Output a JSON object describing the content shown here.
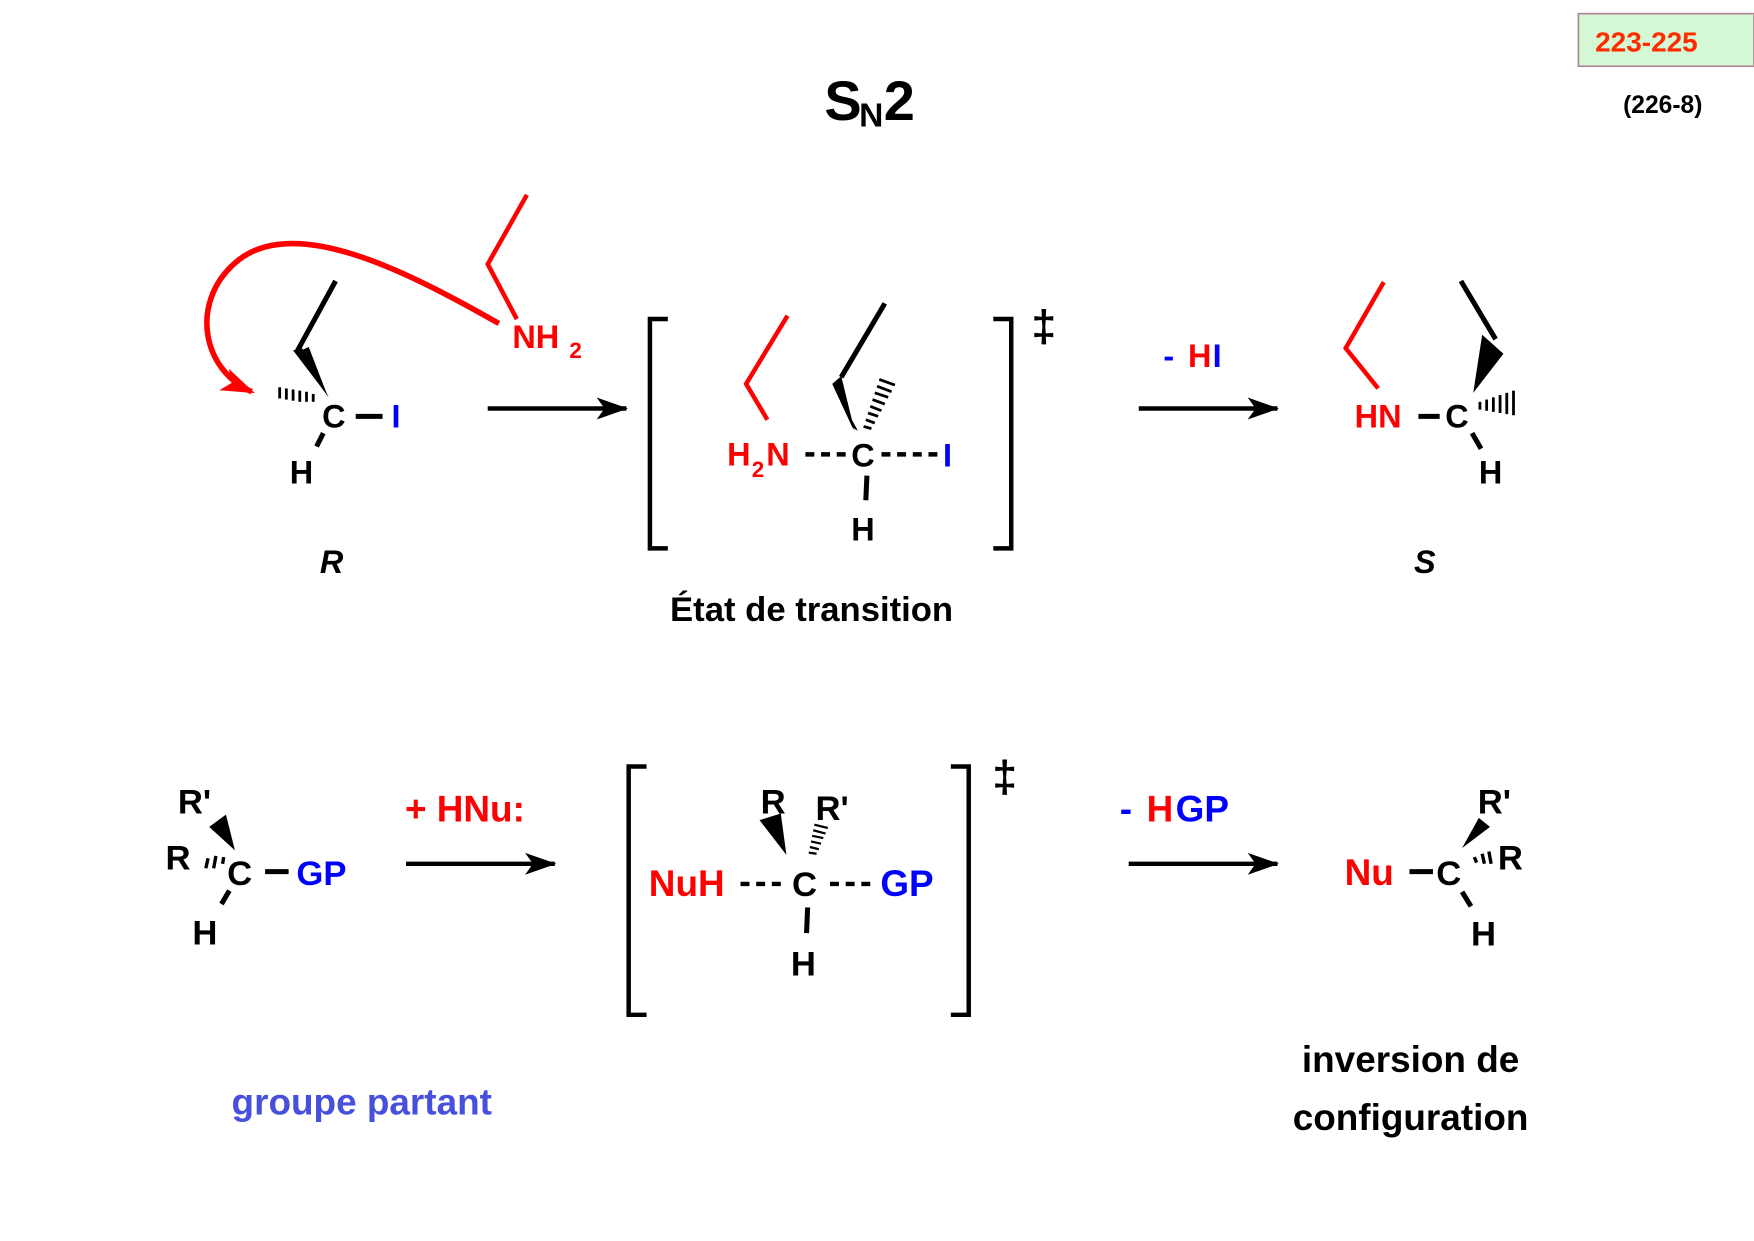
{
  "slide": {
    "title_main": "S",
    "title_sub": "N",
    "title_num": "2",
    "page_ref_box": "223-225",
    "page_ref_secondary": "(226-8)",
    "colors": {
      "nucleophile": "#ff0000",
      "leaving_group": "#0000ff",
      "label_blue": "#4750dc",
      "ref_box_bg": "#d5f9d5",
      "ref_box_text": "#ff2a00",
      "text": "#000000"
    }
  },
  "reaction1": {
    "reactant": {
      "carbon": "C",
      "hydrogen": "H",
      "leaving_group": "I",
      "config_label": "R"
    },
    "nucleophile": {
      "atom": "NH",
      "sub": "2"
    },
    "transition_state": {
      "nuc_prefix": "H",
      "nuc_sub": "2",
      "nuc_atom": "N",
      "carbon": "C",
      "hydrogen": "H",
      "leaving_group": "I",
      "dagger": "‡",
      "caption": "État de transition"
    },
    "step2_label_dash": "- ",
    "step2_label_H": "H",
    "step2_label_I": "I",
    "product": {
      "amine": "HN",
      "bond": "–",
      "carbon": "C",
      "hydrogen": "H",
      "config_label": "S"
    }
  },
  "reaction2": {
    "reactant": {
      "r_prime": "R'",
      "r": "R",
      "carbon": "C",
      "leaving_group": "GP",
      "hydrogen": "H",
      "caption": "groupe partant"
    },
    "reagent_label": "+ HNu:",
    "transition_state": {
      "r": "R",
      "r_prime": "R'",
      "nucleophile": "NuH",
      "carbon": "C",
      "leaving_group": "GP",
      "hydrogen": "H",
      "dagger": "‡"
    },
    "step2_label_dash": "- ",
    "step2_label_H": "H",
    "step2_label_GP": "GP",
    "product": {
      "nucleophile": "Nu",
      "carbon": "C",
      "r_prime": "R'",
      "r": "R",
      "hydrogen": "H",
      "caption_line1": "inversion de",
      "caption_line2": "configuration"
    }
  }
}
